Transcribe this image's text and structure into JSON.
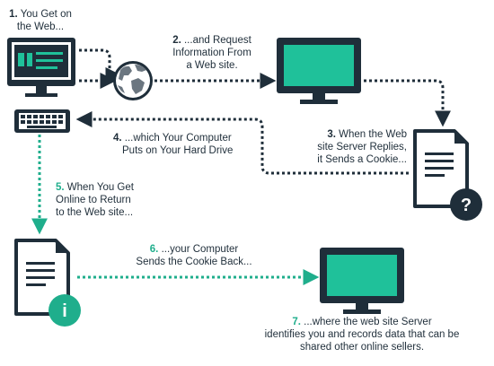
{
  "steps": [
    {
      "number": "1.",
      "lines": [
        "You Get on",
        "the Web..."
      ],
      "number_color": "#1f2e3a"
    },
    {
      "number": "2.",
      "lines": [
        "...and Request",
        "Information From",
        "a Web site."
      ],
      "number_color": "#1f2e3a"
    },
    {
      "number": "3.",
      "lines": [
        "When the Web",
        "site Server Replies,",
        "it Sends a Cookie..."
      ],
      "number_color": "#1f2e3a"
    },
    {
      "number": "4.",
      "lines": [
        "...which Your Computer",
        "Puts on Your Hard Drive"
      ],
      "number_color": "#1f2e3a"
    },
    {
      "number": "5.",
      "lines": [
        "When You Get",
        "Online to Return",
        "to the Web site..."
      ],
      "number_color": "#1fae8c"
    },
    {
      "number": "6.",
      "lines": [
        "...your Computer",
        "Sends the Cookie Back..."
      ],
      "number_color": "#1fae8c"
    },
    {
      "number": "7.",
      "lines": [
        "...where the web site Server",
        "identifies you and records data that can be",
        "shared other online sellers."
      ],
      "number_color": "#1fae8c"
    }
  ],
  "badges": {
    "question": "?",
    "info": "i"
  },
  "colors": {
    "navy": "#1f2e3a",
    "teal": "#1fae8c",
    "screen": "#1fc19a",
    "globe_land": "#6b7680",
    "white": "#ffffff"
  },
  "icons": {
    "user_computer": "monitor-icon",
    "globe": "globe-icon",
    "server_computer": "monitor-icon",
    "keyboard": "keyboard-icon",
    "cookie_document": "document-icon",
    "question_badge": "question-icon",
    "stored_document": "document-icon",
    "info_badge": "info-icon",
    "final_computer": "monitor-icon"
  }
}
